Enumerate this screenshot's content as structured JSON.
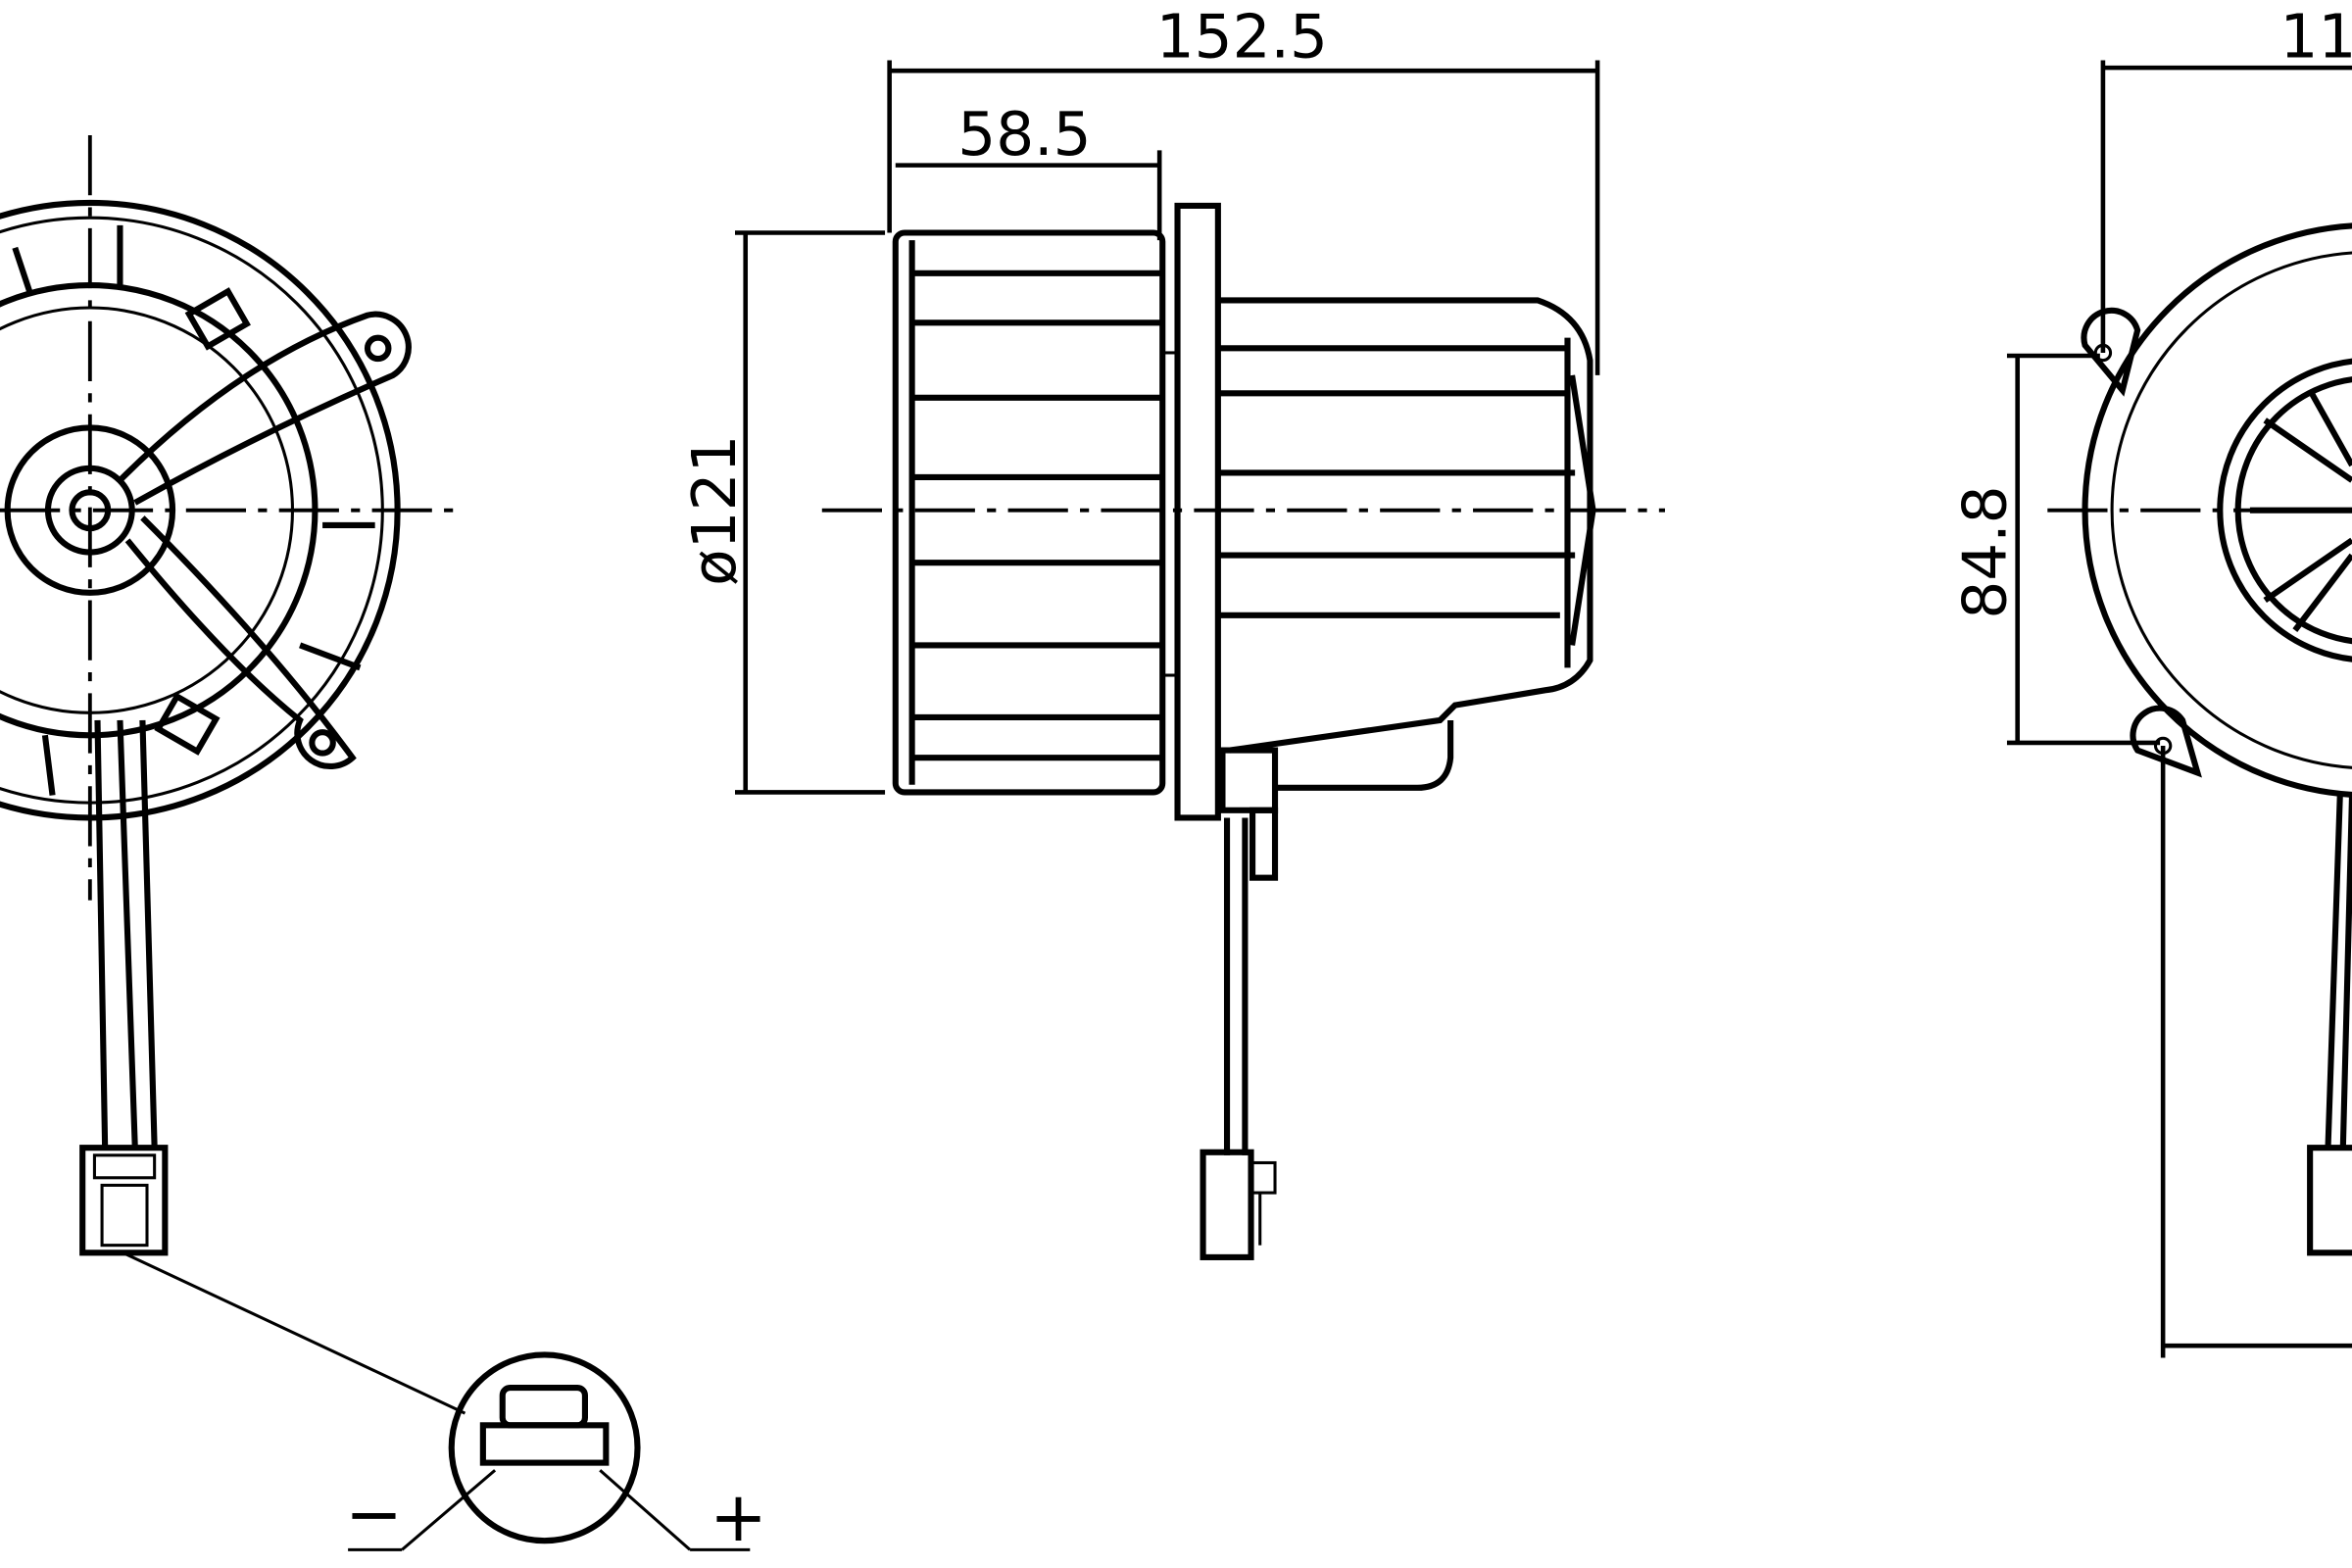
{
  "drawing": {
    "line_color": "#000000",
    "background": "#ffffff",
    "views": {
      "front": {
        "terminal_labels": {
          "minus": "−",
          "plus": "+"
        }
      },
      "side": {
        "dimensions": {
          "overall_length": "152.5",
          "wheel_length": "58.5",
          "diameter": "ø121"
        }
      },
      "rear": {
        "dimensions": {
          "top_width_partial": "11",
          "mount_spacing": "84.8"
        }
      }
    }
  }
}
